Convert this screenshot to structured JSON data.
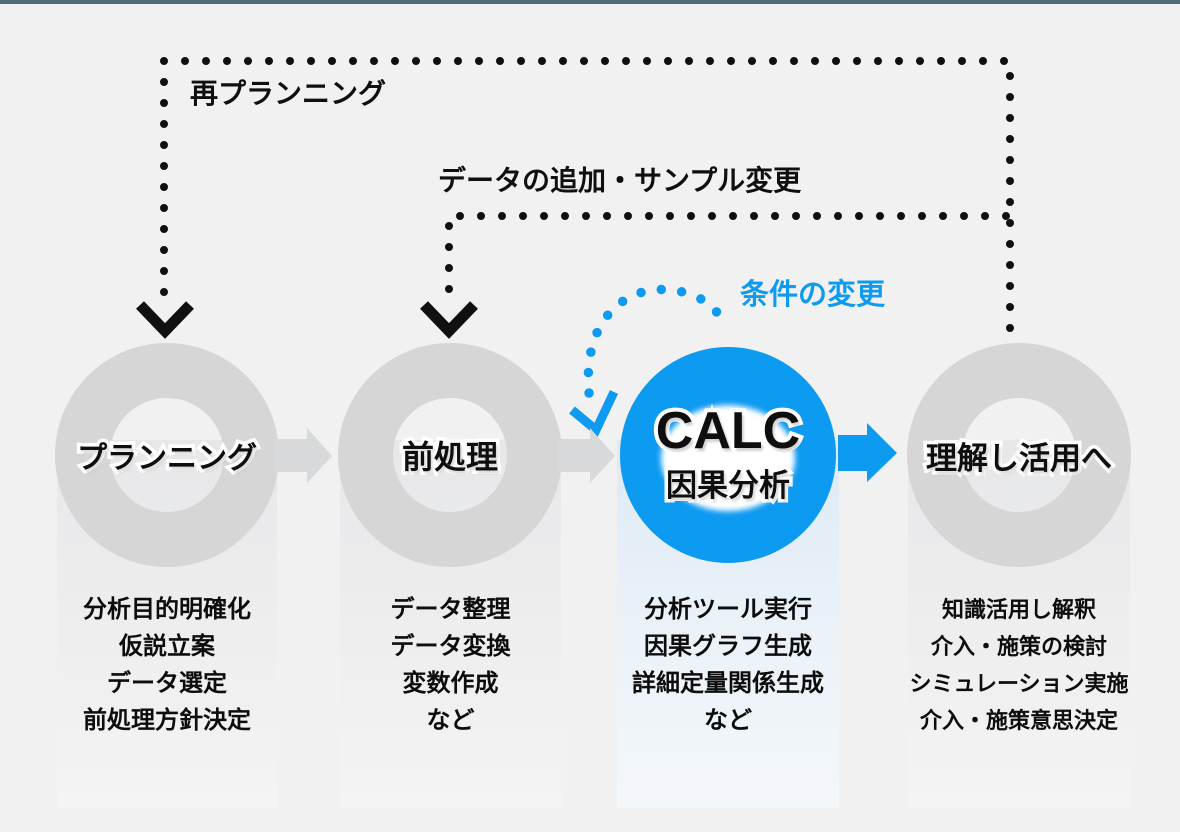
{
  "page": {
    "background": "#f1f1f2",
    "top_bar_color": "#4e6d78"
  },
  "colors": {
    "accent_blue": "#0d9af1",
    "line_black": "#101010",
    "ring_gray": "#d6d6d6",
    "arrow_gray": "#d8d9da"
  },
  "annotations": {
    "replanning": "再プランニング",
    "data_change": "データの追加・サンプル変更",
    "condition_change": "条件の変更"
  },
  "steps": [
    {
      "id": "planning",
      "label": "プランニング",
      "items": [
        "分析目的明確化",
        "仮説立案",
        "データ選定",
        "前処理方針決定"
      ]
    },
    {
      "id": "preprocessing",
      "label": "前処理",
      "items": [
        "データ整理",
        "データ変換",
        "変数作成",
        "など"
      ]
    },
    {
      "id": "calc",
      "label": "CALC",
      "sublabel": "因果分析",
      "items": [
        "分析ツール実行",
        "因果グラフ生成",
        "詳細定量関係生成",
        "など"
      ]
    },
    {
      "id": "utilize",
      "label": "理解し活用へ",
      "items": [
        "知識活用し解釈",
        "介入・施策の検討",
        "シミュレーション実施",
        "介入・施策意思決定"
      ]
    }
  ]
}
